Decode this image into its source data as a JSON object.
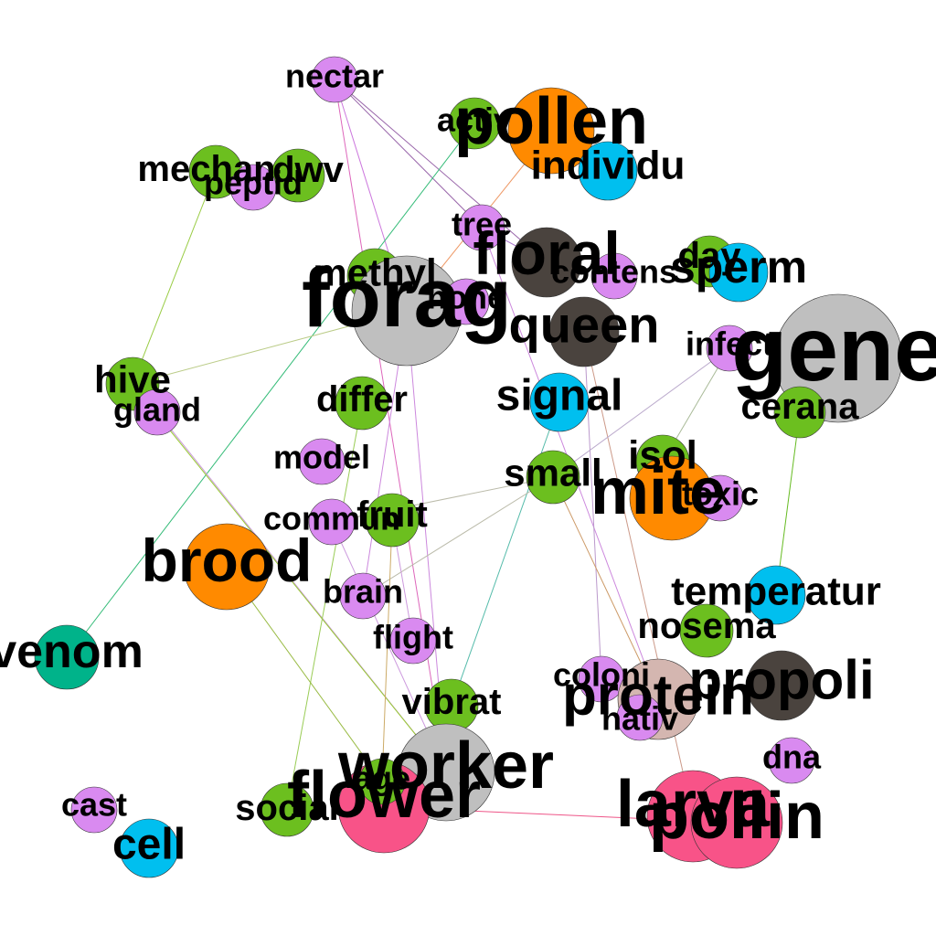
{
  "palette": {
    "purple": "#d98af0",
    "green": "#6cbf1f",
    "orange": "#ff8a00",
    "blue": "#00bfef",
    "darkgray": "#4a433e",
    "gray": "#bfbfbf",
    "pink": "#f85388",
    "teal": "#00b38a",
    "rose": "#d4b6b0"
  },
  "nodes": [
    {
      "id": "nectar",
      "label": "nectar",
      "color": "purple"
    },
    {
      "id": "activ",
      "label": "activ",
      "color": "green"
    },
    {
      "id": "pollen",
      "label": "pollen",
      "color": "orange"
    },
    {
      "id": "individu",
      "label": "individu",
      "color": "blue"
    },
    {
      "id": "mechan",
      "label": "mechan",
      "color": "green"
    },
    {
      "id": "dwv",
      "label": "dwv",
      "color": "green"
    },
    {
      "id": "peptid",
      "label": "peptid",
      "color": "purple"
    },
    {
      "id": "tree",
      "label": "tree",
      "color": "purple"
    },
    {
      "id": "floral",
      "label": "floral",
      "color": "darkgray"
    },
    {
      "id": "contens",
      "label": "contens",
      "color": "purple"
    },
    {
      "id": "day",
      "label": "day",
      "color": "green"
    },
    {
      "id": "sperm",
      "label": "sperm",
      "color": "blue"
    },
    {
      "id": "methyl",
      "label": "methyl",
      "color": "green"
    },
    {
      "id": "forag",
      "label": "forag",
      "color": "gray"
    },
    {
      "id": "gene",
      "label": "gene",
      "color": "gray"
    },
    {
      "id": "hone",
      "label": "hone",
      "color": "purple"
    },
    {
      "id": "queen",
      "label": "queen",
      "color": "darkgray"
    },
    {
      "id": "infect",
      "label": "infect",
      "color": "purple"
    },
    {
      "id": "hive",
      "label": "hive",
      "color": "green"
    },
    {
      "id": "gland",
      "label": "gland",
      "color": "purple"
    },
    {
      "id": "differ",
      "label": "differ",
      "color": "green"
    },
    {
      "id": "signal",
      "label": "signal",
      "color": "blue"
    },
    {
      "id": "cerana",
      "label": "cerana",
      "color": "green"
    },
    {
      "id": "model",
      "label": "model",
      "color": "purple"
    },
    {
      "id": "isol",
      "label": "isol",
      "color": "green"
    },
    {
      "id": "small",
      "label": "small",
      "color": "green"
    },
    {
      "id": "mite",
      "label": "mite",
      "color": "orange"
    },
    {
      "id": "toxic",
      "label": "toxic",
      "color": "purple"
    },
    {
      "id": "commun",
      "label": "commun",
      "color": "purple"
    },
    {
      "id": "fruit",
      "label": "fruit",
      "color": "green"
    },
    {
      "id": "brood",
      "label": "brood",
      "color": "orange"
    },
    {
      "id": "brain",
      "label": "brain",
      "color": "purple"
    },
    {
      "id": "temperatur",
      "label": "temperatur",
      "color": "blue"
    },
    {
      "id": "nosema",
      "label": "nosema",
      "color": "green"
    },
    {
      "id": "venom",
      "label": "venom",
      "color": "teal"
    },
    {
      "id": "flight",
      "label": "flight",
      "color": "purple"
    },
    {
      "id": "coloni",
      "label": "coloni",
      "color": "purple"
    },
    {
      "id": "propoli",
      "label": "propoli",
      "color": "darkgray"
    },
    {
      "id": "protein",
      "label": "protein",
      "color": "rose"
    },
    {
      "id": "nativ",
      "label": "nativ",
      "color": "purple"
    },
    {
      "id": "vibrat",
      "label": "vibrat",
      "color": "green"
    },
    {
      "id": "worker",
      "label": "worker",
      "color": "gray"
    },
    {
      "id": "dna",
      "label": "dna",
      "color": "purple"
    },
    {
      "id": "larva",
      "label": "larva",
      "color": "pink"
    },
    {
      "id": "pollin",
      "label": "pollin",
      "color": "pink"
    },
    {
      "id": "flower",
      "label": "flower",
      "color": "pink"
    },
    {
      "id": "age",
      "label": "age",
      "color": "green"
    },
    {
      "id": "social",
      "label": "social",
      "color": "green"
    },
    {
      "id": "cast",
      "label": "cast",
      "color": "purple"
    },
    {
      "id": "cell",
      "label": "cell",
      "color": "blue"
    }
  ],
  "edges": [
    {
      "source": "nectar",
      "target": "forag",
      "color": "#cc77dd"
    },
    {
      "source": "nectar",
      "target": "worker",
      "color": "#dd66bb"
    },
    {
      "source": "nectar",
      "target": "tree",
      "color": "#9966aa"
    },
    {
      "source": "nectar",
      "target": "floral",
      "color": "#9966aa"
    },
    {
      "source": "activ",
      "target": "venom",
      "color": "#33bb77"
    },
    {
      "source": "pollen",
      "target": "forag",
      "color": "#ee9966"
    },
    {
      "source": "mechan",
      "target": "hive",
      "color": "#99cc44"
    },
    {
      "source": "tree",
      "target": "floral",
      "color": "#aa77cc"
    },
    {
      "source": "tree",
      "target": "protein",
      "color": "#cc88dd"
    },
    {
      "source": "forag",
      "target": "hive",
      "color": "#bbcc88"
    },
    {
      "source": "forag",
      "target": "worker",
      "color": "#cc88dd"
    },
    {
      "source": "forag",
      "target": "brain",
      "color": "#cc88dd"
    },
    {
      "source": "queen",
      "target": "coloni",
      "color": "#bb99cc"
    },
    {
      "source": "queen",
      "target": "larva",
      "color": "#cc9988"
    },
    {
      "source": "gland",
      "target": "worker",
      "color": "#cc99dd"
    },
    {
      "source": "hive",
      "target": "worker",
      "color": "#99cc33"
    },
    {
      "source": "differ",
      "target": "social",
      "color": "#99cc55"
    },
    {
      "source": "signal",
      "target": "vibrat",
      "color": "#55bbaa"
    },
    {
      "source": "small",
      "target": "brain",
      "color": "#bbbbaa"
    },
    {
      "source": "small",
      "target": "commun",
      "color": "#bbbbaa"
    },
    {
      "source": "small",
      "target": "protein",
      "color": "#cc9966"
    },
    {
      "source": "infect",
      "target": "isol",
      "color": "#aabb99"
    },
    {
      "source": "infect",
      "target": "small",
      "color": "#bbaacc"
    },
    {
      "source": "cerana",
      "target": "temperatur",
      "color": "#66bb22"
    },
    {
      "source": "fruit",
      "target": "age",
      "color": "#ccaa66"
    },
    {
      "source": "fruit",
      "target": "flight",
      "color": "#cc99dd"
    },
    {
      "source": "brood",
      "target": "age",
      "color": "#99bb44"
    },
    {
      "source": "commun",
      "target": "worker",
      "color": "#cc99dd"
    },
    {
      "source": "flower",
      "target": "pollin",
      "color": "#ee5588"
    }
  ]
}
